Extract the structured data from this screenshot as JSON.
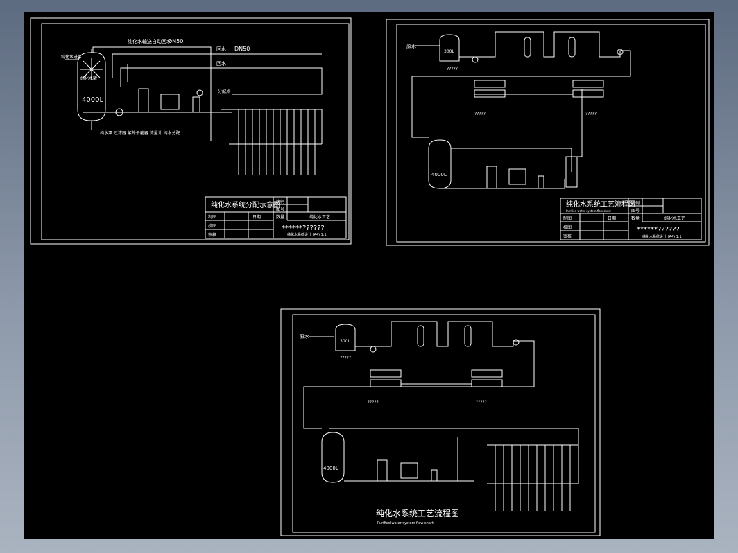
{
  "sheet1": {
    "title": "纯化水系统分配示意图",
    "pipe_top": "纯化水输送自动回水",
    "pipe_dn_a": "DN50",
    "pipe_dn_b": "DN50",
    "pipe_mid_a": "回水",
    "pipe_mid_b": "回水",
    "tank_volume": "4000L",
    "tank_label": "纯化水罐",
    "inlet_label": "纯化水进水",
    "split_label": "分配点",
    "row_labels": "纯水泵  过滤器  紫外杀菌器  流量计  纯水分配",
    "tb_left_1": "制图",
    "tb_left_2": "校图",
    "tb_left_3": "审核",
    "tb_right_1": "比例",
    "tb_right_2": "图号",
    "tb_mid": "日期",
    "tb_mid2": "数量",
    "tb_mid3": "纯化水工艺",
    "tb_company": "******??????",
    "tb_sub": "纯化水系统设计 (A4) 1:1"
  },
  "sheet2": {
    "title": "纯化水系统工艺流程图",
    "subtitle": "Purified water system flow chart",
    "tank_small": "300L",
    "tank_big": "4000L",
    "feed": "原水",
    "qmarks": "?????",
    "tb_left_1": "制图",
    "tb_left_2": "校图",
    "tb_left_3": "审核",
    "tb_right_1": "比例",
    "tb_right_2": "图号",
    "tb_mid": "日期",
    "tb_mid2": "数量",
    "tb_mid3": "纯化水工艺",
    "tb_company": "******??????",
    "tb_sub": "纯化水系统设计 (A4) 1:1"
  },
  "sheet3": {
    "title": "纯化水系统工艺流程图",
    "subtitle": "Purified water system flow chart",
    "tank_small": "300L",
    "tank_big": "4000L",
    "feed": "原水",
    "qmarks": "?????"
  }
}
